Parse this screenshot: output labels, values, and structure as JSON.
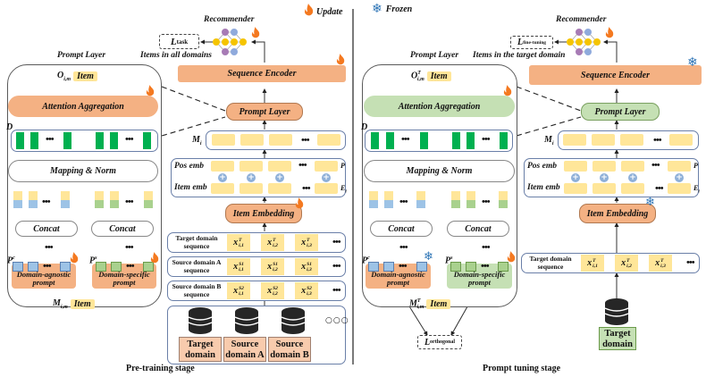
{
  "legend": {
    "update_label": "Update",
    "frozen_label": "Frozen",
    "update_icon": "flame-icon",
    "frozen_icon": "snowflake-icon"
  },
  "colors": {
    "trainable": "#f4b183",
    "frozen_tuned": "#c5e0b4",
    "embedding_cell": "#ffe699",
    "aggregated_vector": "#00b050",
    "agnostic_prompt": "#9dc3e6",
    "specific_prompt": "#a9d18e",
    "flame": "#f47920",
    "snowflake": "#2e75b6"
  },
  "pretrain": {
    "stage_caption": "Pre-training stage",
    "recommender_label": "Recommender",
    "loss_label": "L",
    "loss_sub": "task",
    "items_caption": "Items in all domains",
    "prompt_layer_title": "Prompt Layer",
    "output_label": "O",
    "output_sub": "i,m",
    "output_item": "Item",
    "attention_label": "Attention Aggregation",
    "d_label": "D",
    "mapping_label": "Mapping & Norm",
    "concat_left": "Concat",
    "concat_right": "Concat",
    "pc_label": "P",
    "pc_sup": "c",
    "ps_label": "P",
    "ps_sup": "s",
    "agnostic_prompt": "Domain-agnostic prompt",
    "specific_prompt": "Domain-specific prompt",
    "input_label": "M",
    "input_sub": "i,m",
    "input_item": "Item",
    "sequence_encoder": "Sequence Encoder",
    "prompt_layer_box": "Prompt Layer",
    "mi_label": "M",
    "mi_sub": "i",
    "pos_emb": "Pos emb",
    "item_emb": "Item emb",
    "p_label": "P",
    "ei_label": "E",
    "ei_sub": "i",
    "item_embedding": "Item Embedding",
    "sequences": [
      {
        "label": "Target domain sequence",
        "cells": [
          "x",
          "x",
          "x"
        ],
        "sups": [
          "T",
          "T",
          "T"
        ],
        "subs": [
          "i,1",
          "i,2",
          "i,3"
        ]
      },
      {
        "label": "Source domain A sequence",
        "cells": [
          "x",
          "x",
          "x"
        ],
        "sups": [
          "S1",
          "S1",
          "S1"
        ],
        "subs": [
          "i,1",
          "i,2",
          "i,3"
        ]
      },
      {
        "label": "Source domain B sequence",
        "cells": [
          "x",
          "x",
          "x"
        ],
        "sups": [
          "S2",
          "S2",
          "S2"
        ],
        "subs": [
          "i,1",
          "i,2",
          "i,3"
        ]
      }
    ],
    "domains": [
      "Target domain",
      "Source domain A",
      "Source domain B"
    ],
    "more": "○○○"
  },
  "tuning": {
    "stage_caption": "Prompt tuning stage",
    "recommender_label": "Recommender",
    "loss_label": "L",
    "loss_sub": "fine-tuning",
    "items_caption": "Items in the target domain",
    "prompt_layer_title": "Prompt Layer",
    "output_label": "O",
    "output_sup": "T",
    "output_sub": "i,m",
    "output_item": "Item",
    "attention_label": "Attention Aggregation",
    "d_label": "D",
    "mapping_label": "Mapping & Norm",
    "concat_left": "Concat",
    "concat_right": "Concat",
    "pc_label": "P",
    "pc_sup": "c",
    "ps_label": "P",
    "ps_sup": "s",
    "agnostic_prompt": "Domain-agnostic prompt",
    "specific_prompt": "Domain-specific prompt",
    "input_label": "M",
    "input_sup": "T",
    "input_sub": "i,m",
    "input_item": "Item",
    "orthogonal_loss": "L",
    "orthogonal_sub": "orthogonal",
    "sequence_encoder": "Sequence Encoder",
    "prompt_layer_box": "Prompt Layer",
    "mi_label": "M",
    "mi_sub": "i",
    "pos_emb": "Pos emb",
    "item_emb": "Item emb",
    "p_label": "P",
    "ei_label": "E",
    "ei_sub": "i",
    "item_embedding": "Item Embedding",
    "sequence": {
      "label": "Target domain sequence",
      "cells": [
        "x",
        "x",
        "x"
      ],
      "sups": [
        "T",
        "T",
        "T"
      ],
      "subs": [
        "i,1",
        "i,2",
        "i,3"
      ]
    },
    "domain": "Target domain"
  },
  "ellipsis": "•••"
}
